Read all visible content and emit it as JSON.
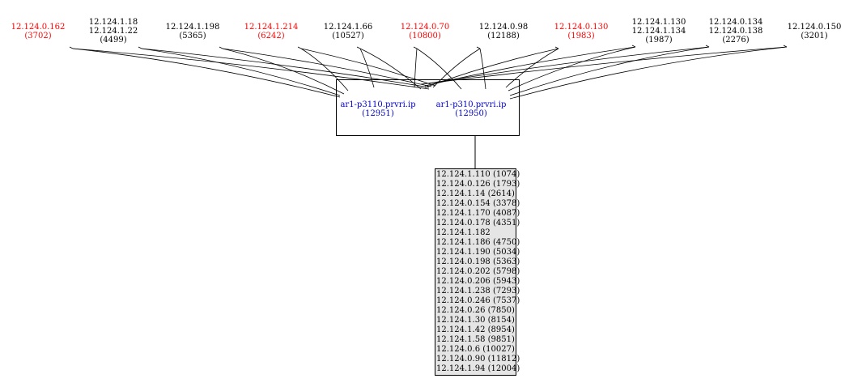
{
  "peers": [
    {
      "lines": [
        "12.124.0.162",
        "(3702)"
      ],
      "color": "#ff0000"
    },
    {
      "lines": [
        "12.124.1.18",
        "12.124.1.22",
        "(4499)"
      ],
      "color": "#000000"
    },
    {
      "lines": [
        "12.124.1.198",
        "(5365)"
      ],
      "color": "#000000"
    },
    {
      "lines": [
        "12.124.1.214",
        "(6242)"
      ],
      "color": "#ff0000"
    },
    {
      "lines": [
        "12.124.1.66",
        "(10527)"
      ],
      "color": "#000000"
    },
    {
      "lines": [
        "12.124.0.70",
        "(10800)"
      ],
      "color": "#ff0000"
    },
    {
      "lines": [
        "12.124.0.98",
        "(12188)"
      ],
      "color": "#000000"
    },
    {
      "lines": [
        "12.124.0.130",
        "(1983)"
      ],
      "color": "#ff0000"
    },
    {
      "lines": [
        "12.124.1.130",
        "12.124.1.134",
        "(1987)"
      ],
      "color": "#000000"
    },
    {
      "lines": [
        "12.124.0.134",
        "12.124.0.138",
        "(2276)"
      ],
      "color": "#000000"
    },
    {
      "lines": [
        "12.124.0.150",
        "(3201)"
      ],
      "color": "#000000"
    }
  ],
  "routers": [
    {
      "name": "ar1-p3110.prvri.ip",
      "id": "(12951)"
    },
    {
      "name": "ar1-p310.prvri.ip",
      "id": "(12950)"
    }
  ],
  "addresses": [
    "12.124.1.110 (1074)",
    "12.124.0.126 (1793)",
    "12.124.1.14 (2614)",
    "12.124.0.154 (3378)",
    "12.124.1.170 (4087)",
    "12.124.0.178 (4351)",
    "12.124.1.182",
    "12.124.1.186 (4750)",
    "12.124.1.190 (5034)",
    "12.124.0.198 (5363)",
    "12.124.0.202 (5798)",
    "12.124.0.206 (5943)",
    "12.124.1.238 (7293)",
    "12.124.0.246 (7537)",
    "12.124.0.26 (7850)",
    "12.124.1.30 (8154)",
    "12.124.1.42 (8954)",
    "12.124.1.58 (9851)",
    "12.124.0.6 (10027)",
    "12.124.0.90 (11812)",
    "12.124.1.94 (12004)"
  ],
  "colors": {
    "router_text": "#0000c8",
    "highlight": "#ff0000",
    "list_bg": "#e5e5e5"
  }
}
